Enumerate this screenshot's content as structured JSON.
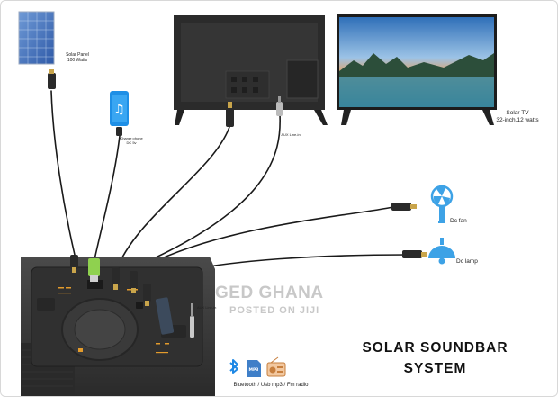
{
  "labels": {
    "solar_panel": "Solar Panel",
    "solar_panel_watts": "100 Watts",
    "charge_phone": "Charge phone",
    "charge_phone_dc": "DC 5v",
    "aux_tv": "AUX Line-in",
    "solar_tv": "Solar TV",
    "solar_tv_spec": "32-inch,12 watts",
    "dc_fan": "Dc fan",
    "dc_lamp": "Dc lamp",
    "aux_soundbar": "AUX Line-in",
    "media_caption": "Bluetooth / Usb mp3 / Fm radio",
    "mp3_icon_text": "MP3"
  },
  "title": {
    "line1": "SOLAR SOUNDBAR",
    "line2": "SYSTEM"
  },
  "watermark": {
    "line1": "GED GHANA",
    "line2": "POSTED ON JIJI"
  },
  "colors": {
    "cable": "#1a1a1a",
    "usb_green": "#8fd14f",
    "phone_blue": "#1e8fe6",
    "fan_blue": "#3da2e6",
    "soundbar": "#3b3b3b",
    "accent_orange": "#e39b2c"
  }
}
